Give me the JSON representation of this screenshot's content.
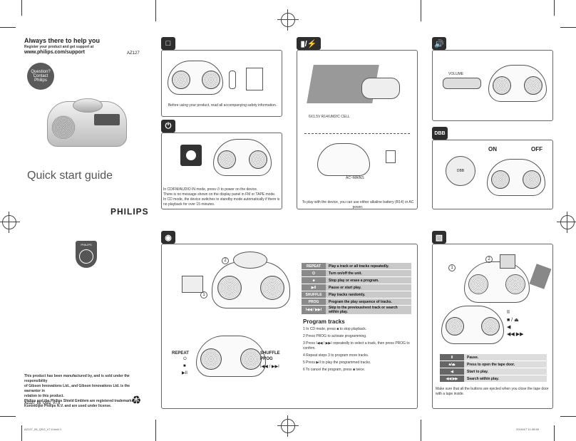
{
  "left": {
    "help_title": "Always there to help you",
    "register_line": "Register your product and get support at",
    "url": "www.philips.com/support",
    "model": "AZ127",
    "bubble": [
      "Question?",
      "Contact",
      "Philips"
    ],
    "guide_title": "Quick start guide",
    "brand": "PHILIPS",
    "shield_text": "PHILIPS",
    "footer_lines": [
      "This product has been manufactured by, and is sold under the responsibility",
      "of Gibson Innovations Ltd., and Gibson Innovations Ltd. is the warrantor in",
      "relation to this product.",
      "Philips and the Philips Shield Emblem are registered trademarks of",
      "Koninklijke Philips N.V. and are used under license."
    ],
    "code": "AZ127_05_QSG_V7.0"
  },
  "box": {
    "caption": "Before using your product, read all accompanying safety information."
  },
  "power": {
    "notes": [
      "In CD/FM/AUDIO IN mode, press ⏻ to power on the device.",
      "There is no message shown on the display panel in FM or TAPE mode.",
      "In CD mode, the device switches to standby mode automatically if there is no playback for over 15 minutes."
    ]
  },
  "battery": {
    "cell_label": "6X1.5V R14/UM2/C CELL",
    "ac_label": "AC~MAINS",
    "caption": "To play with the device, you can use either alkaline battery (R14) or AC power."
  },
  "volume": {
    "label": "VOLUME"
  },
  "dbb": {
    "tab": "DBB",
    "on": "ON",
    "off": "OFF",
    "btn": "DBB"
  },
  "cd": {
    "table": [
      {
        "key": "REPEAT",
        "text": "Play a track or all tracks repeatedly."
      },
      {
        "key": "⏻",
        "text": "Turn on/off the unit."
      },
      {
        "key": "■",
        "text": "Stop play or erase a program."
      },
      {
        "key": "▶II",
        "text": "Pause or start play."
      },
      {
        "key": "SHUFFLE",
        "text": "Play tracks randomly."
      },
      {
        "key": "PROG",
        "text": "Program the play sequence of tracks."
      },
      {
        "key": "I◀◀ / ▶▶I",
        "text": "Skip to the previous/next track or search within play."
      }
    ],
    "program_title": "Program tracks",
    "steps": [
      "1 In CD mode, press ■ to stop playback.",
      "2 Press PROG to activate programming.",
      "3 Press I◀◀ / ▶▶I repeatedly to select a track, then press PROG to confirm.",
      "4 Repeat steps 3 to program more tracks.",
      "5 Press ▶II to play the programmed tracks.",
      "6 To cancel the program, press ■ twice."
    ],
    "labels": {
      "repeat": "REPEAT",
      "shuffle": "SHUFFLE",
      "prog": "PROG",
      "skip": "I◀◀ / ▶▶I",
      "play": "▶II",
      "stop": "■",
      "power": "⏻",
      "n1": "1",
      "n2": "2"
    }
  },
  "tape": {
    "table": [
      {
        "key": "II",
        "text": "Pause."
      },
      {
        "key": "■/⏏",
        "text": "Press to open the tape door."
      },
      {
        "key": "◀",
        "text": "Start to play."
      },
      {
        "key": "◀◀ ▶▶",
        "text": "Search within play."
      }
    ],
    "note": "Make sure that all the buttons are ejected when you close the tape door with a tape inside.",
    "labels": {
      "pause": "II",
      "stop": "■ / ⏏",
      "play": "◀",
      "ff": "◀◀ ▶▶",
      "n1": "1",
      "n2": "2"
    }
  },
  "footer": {
    "left": "AZ127_05_QSG_V7.0.indd   1",
    "right": "2015/4/7   11:06:59"
  }
}
